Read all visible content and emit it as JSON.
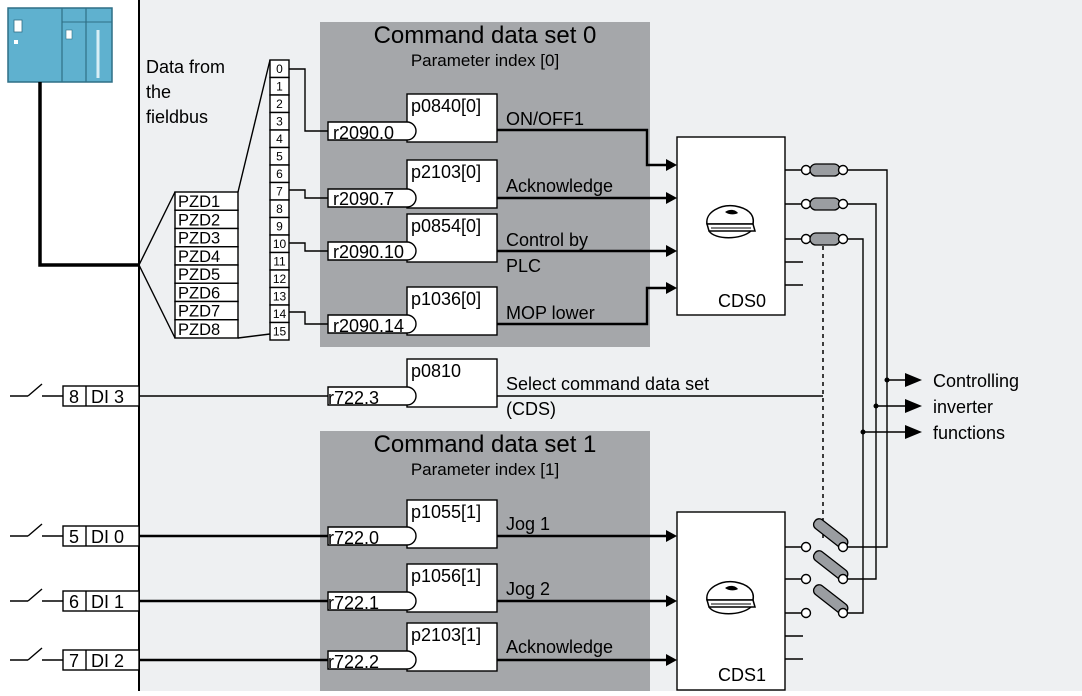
{
  "fieldbus": {
    "label_lines": [
      "Data from",
      "the",
      "fieldbus"
    ],
    "pzd": [
      "PZD1",
      "PZD2",
      "PZD3",
      "PZD4",
      "PZD5",
      "PZD6",
      "PZD7",
      "PZD8"
    ],
    "bits": [
      "0",
      "1",
      "2",
      "3",
      "4",
      "5",
      "6",
      "7",
      "8",
      "9",
      "10",
      "11",
      "12",
      "13",
      "14",
      "15"
    ]
  },
  "cds0": {
    "title": "Command data set 0",
    "subtitle": "Parameter index [0]",
    "rows": [
      {
        "r": "r2090.0",
        "p": "p0840[0]",
        "label": [
          "ON/OFF1"
        ]
      },
      {
        "r": "r2090.7",
        "p": "p2103[0]",
        "label": [
          "Acknowledge"
        ]
      },
      {
        "r": "r2090.10",
        "p": "p0854[0]",
        "label": [
          "Control by",
          "PLC"
        ]
      },
      {
        "r": "r2090.14",
        "p": "p1036[0]",
        "label": [
          "MOP lower"
        ]
      }
    ],
    "switch_label": "CDS0"
  },
  "select": {
    "di_num": "8",
    "di_name": "DI 3",
    "r": "r722.3",
    "p": "p0810",
    "label": [
      "Select command data set",
      "(CDS)"
    ]
  },
  "cds1": {
    "title": "Command data set 1",
    "subtitle": "Parameter index [1]",
    "rows": [
      {
        "di_num": "5",
        "di_name": "DI 0",
        "r": "r722.0",
        "p": "p1055[1]",
        "label": "Jog 1"
      },
      {
        "di_num": "6",
        "di_name": "DI 1",
        "r": "r722.1",
        "p": "p1056[1]",
        "label": "Jog 2"
      },
      {
        "di_num": "7",
        "di_name": "DI 2",
        "r": "r722.2",
        "p": "p2103[1]",
        "label": "Acknowledge"
      }
    ],
    "switch_label": "CDS1"
  },
  "output": {
    "label_lines": [
      "Controlling",
      "inverter",
      "functions"
    ]
  },
  "icons": [
    "plc-controller-icon",
    "cap-icon",
    "switch-contact-icon",
    "arrow-icon"
  ],
  "colors": {
    "background": "#eef0f2",
    "panel": "#a5a7aa",
    "device": "#5fb1cf",
    "contact": "#9a9da1"
  }
}
